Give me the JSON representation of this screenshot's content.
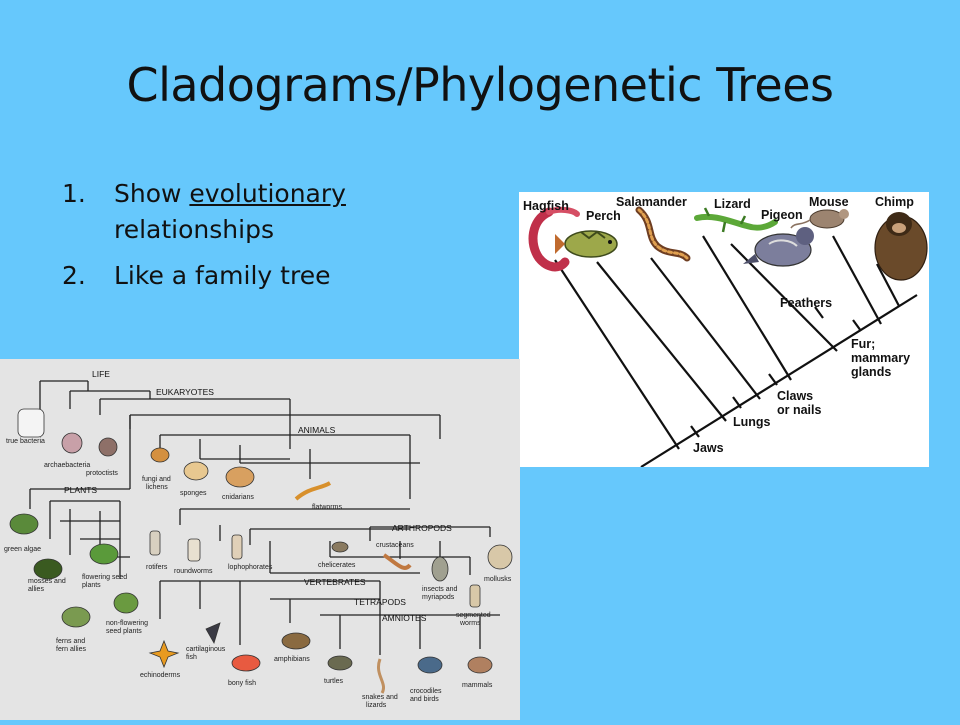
{
  "slide": {
    "title": "Cladograms/Phylogenetic Trees",
    "bullets": [
      {
        "num": "1.",
        "pre": "",
        "underlined": "evolutionary",
        "lead": "Show ",
        "rest": "relationships"
      },
      {
        "num": "2.",
        "text": "Like a family tree"
      }
    ]
  },
  "vertebrate_cladogram": {
    "taxa": [
      "Hagfish",
      "Perch",
      "Salamander",
      "Lizard",
      "Pigeon",
      "Mouse",
      "Chimp"
    ],
    "traits": [
      "Jaws",
      "Lungs",
      "Claws\nor nails",
      "Feathers",
      "Fur;\nmammary\nglands"
    ],
    "trait_lines": {
      "claws": [
        "Claws",
        "or nails"
      ],
      "fur": [
        "Fur;",
        "mammary",
        "glands"
      ]
    }
  },
  "tree_of_life": {
    "clades": [
      "LIFE",
      "EUKARYOTES",
      "ANIMALS",
      "PLANTS",
      "ARTHROPODS",
      "VERTEBRATES",
      "TETRAPODS",
      "AMNIOTES"
    ],
    "groups": {
      "true_bacteria": "true bacteria",
      "archaebacteria": "archaebacteria",
      "protoctists": "protoctists",
      "fungi": [
        "fungi and",
        "lichens"
      ],
      "sponges": "sponges",
      "cnidarians": "cnidarians",
      "flatworms": "flatworms",
      "green_algae": "green algae",
      "mosses": [
        "mosses and",
        "allies"
      ],
      "flowering": [
        "flowering seed",
        "plants"
      ],
      "non_flowering": [
        "non-flowering",
        "seed plants"
      ],
      "ferns": [
        "ferns and",
        "fern allies"
      ],
      "rotifers": "rotifers",
      "roundworms": "roundworms",
      "lophophorates": "lophophorates",
      "chelicerates": "chelicerates",
      "crustaceans": "crustaceans",
      "insects": [
        "insects and",
        "myriapods"
      ],
      "mollusks": "mollusks",
      "segmented": [
        "segmented",
        "worms"
      ],
      "echinoderms": "echinoderms",
      "cartilaginous": [
        "cartilaginous",
        "fish"
      ],
      "bony_fish": "bony fish",
      "amphibians": "amphibians",
      "turtles": "turtles",
      "snakes": [
        "snakes and",
        "lizards"
      ],
      "crocodiles": [
        "crocodiles",
        "and birds"
      ],
      "mammals": "mammals"
    }
  }
}
